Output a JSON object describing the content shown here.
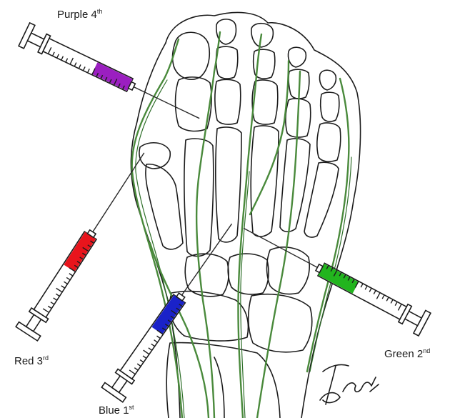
{
  "labels": {
    "purple": {
      "name": "Purple 4",
      "sup": "th"
    },
    "red": {
      "name": "Red 3",
      "sup": "rd"
    },
    "blue": {
      "name": "Blue 1",
      "sup": "st"
    },
    "green": {
      "name": "Green 2",
      "sup": "nd"
    }
  },
  "colors": {
    "purple": "#9b1fc0",
    "red": "#e8141c",
    "blue": "#1a22c9",
    "green": "#22b51e",
    "nerve": "#4a8a3c",
    "outline": "#1c1c1c"
  },
  "syringes": [
    {
      "id": "purple",
      "fill_fraction": 0.42
    },
    {
      "id": "red",
      "fill_fraction": 0.42
    },
    {
      "id": "blue",
      "fill_fraction": 0.42
    },
    {
      "id": "green",
      "fill_fraction": 0.42
    }
  ],
  "icons": [
    "foot-bones-illustration",
    "nerve-branches",
    "syringe-icon",
    "artist-signature"
  ]
}
